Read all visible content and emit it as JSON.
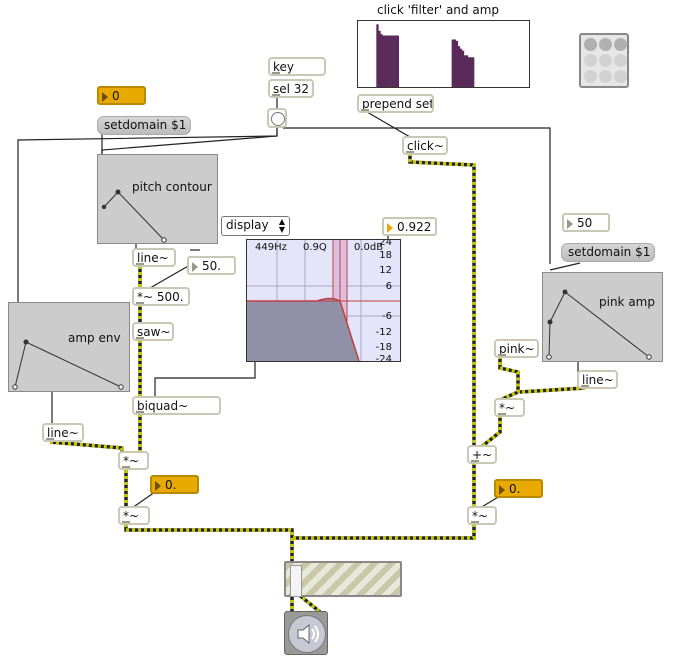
{
  "comments": {
    "click_filter_amp": "click 'filter' and amp"
  },
  "objects": {
    "key": "key",
    "sel": "sel 32",
    "prepend": "prepend set",
    "click": "click~",
    "line_pitch": "line~",
    "mul_500": "*~ 500.",
    "saw": "saw~",
    "biquad": "biquad~",
    "line_amp": "line~",
    "mul_env": "*~",
    "mul_out_left": "*~",
    "pink": "pink~",
    "line_pink": "line~",
    "mul_pink": "*~",
    "add": "+~",
    "mul_out_right": "*~"
  },
  "messages": {
    "setdomain_left": "setdomain $1",
    "setdomain_right": "setdomain $1"
  },
  "numbers": {
    "domain_left": "0",
    "domain_right": "50",
    "freq_offset": "50.",
    "gain_q": "0.922",
    "left_gain": "0.",
    "right_gain": "0."
  },
  "panels": {
    "pitch_contour": "pitch contour",
    "amp_env": "amp env",
    "pink_amp": "pink amp"
  },
  "menu": {
    "display": "display"
  },
  "filter": {
    "freq": "449Hz",
    "q": "0.9Q",
    "gain": "0.0dB",
    "scale": [
      "24",
      "18",
      "12",
      "6",
      "-6",
      "-12",
      "-18",
      "-24"
    ]
  },
  "multislider": {
    "values": [
      0,
      0,
      0,
      0,
      0,
      0,
      0,
      0,
      0,
      0.95,
      0.85,
      0.8,
      0.78,
      0.78,
      0.78,
      0.78,
      0.78,
      0.78,
      0.78,
      0.78,
      0,
      0,
      0,
      0,
      0,
      0,
      0,
      0,
      0,
      0,
      0,
      0,
      0,
      0,
      0,
      0,
      0,
      0,
      0,
      0,
      0,
      0,
      0,
      0,
      0,
      0,
      0.72,
      0.72,
      0.7,
      0.62,
      0.58,
      0.55,
      0.48,
      0.48,
      0.45,
      0.45,
      0.45,
      0,
      0,
      0,
      0,
      0,
      0,
      0,
      0,
      0,
      0,
      0,
      0,
      0,
      0,
      0,
      0,
      0,
      0,
      0,
      0,
      0,
      0,
      0,
      0,
      0,
      0,
      0
    ],
    "color": "#5a2a5a"
  },
  "colors": {
    "signal_cord": "#c8c800",
    "control_cord": "#222222",
    "number_accent": "#e8a900"
  }
}
